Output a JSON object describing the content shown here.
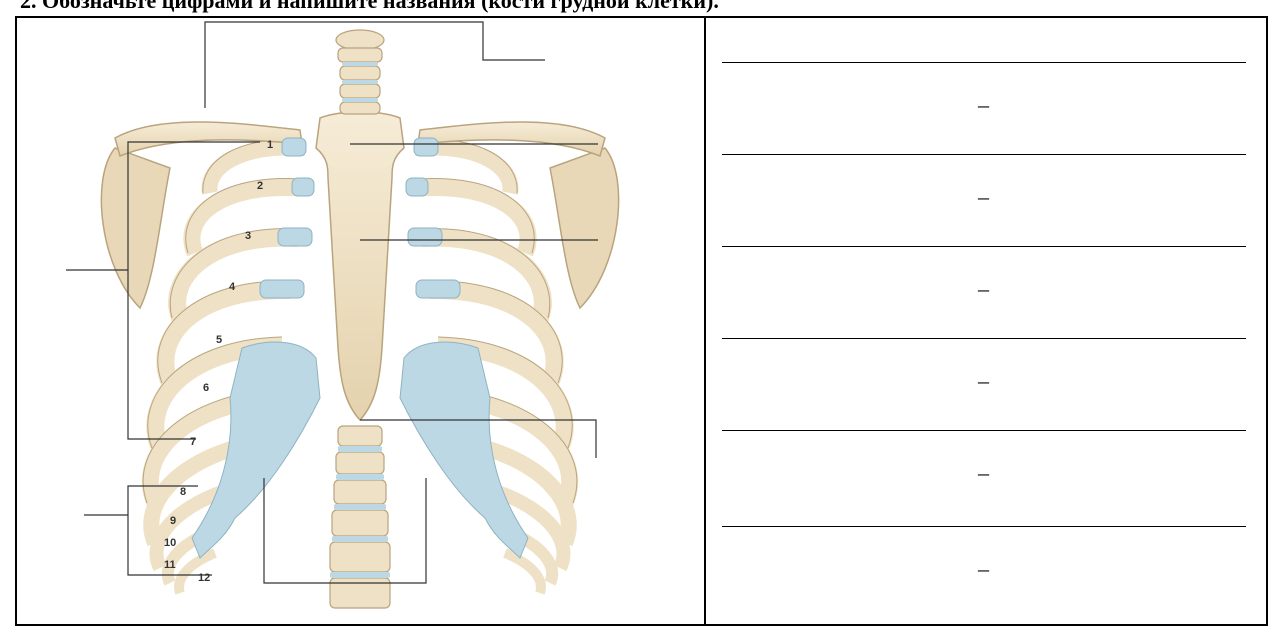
{
  "task": {
    "heading": "2. Обозначьте цифрами и напишите названия (кости грудной клетки)."
  },
  "figure": {
    "rib_numbers": [
      "1",
      "2",
      "3",
      "4",
      "5",
      "6",
      "7",
      "8",
      "9",
      "10",
      "11",
      "12"
    ],
    "colors": {
      "bone": "#efe1c6",
      "bone_outline": "#b9a47e",
      "cartilage": "#bcd8e4",
      "leader_line": "#333333"
    }
  },
  "answers": {
    "blanks": [
      {
        "dash": "–"
      },
      {
        "dash": "–"
      },
      {
        "dash": "–"
      },
      {
        "dash": "–"
      },
      {
        "dash": "–"
      },
      {
        "dash": "–"
      }
    ]
  }
}
